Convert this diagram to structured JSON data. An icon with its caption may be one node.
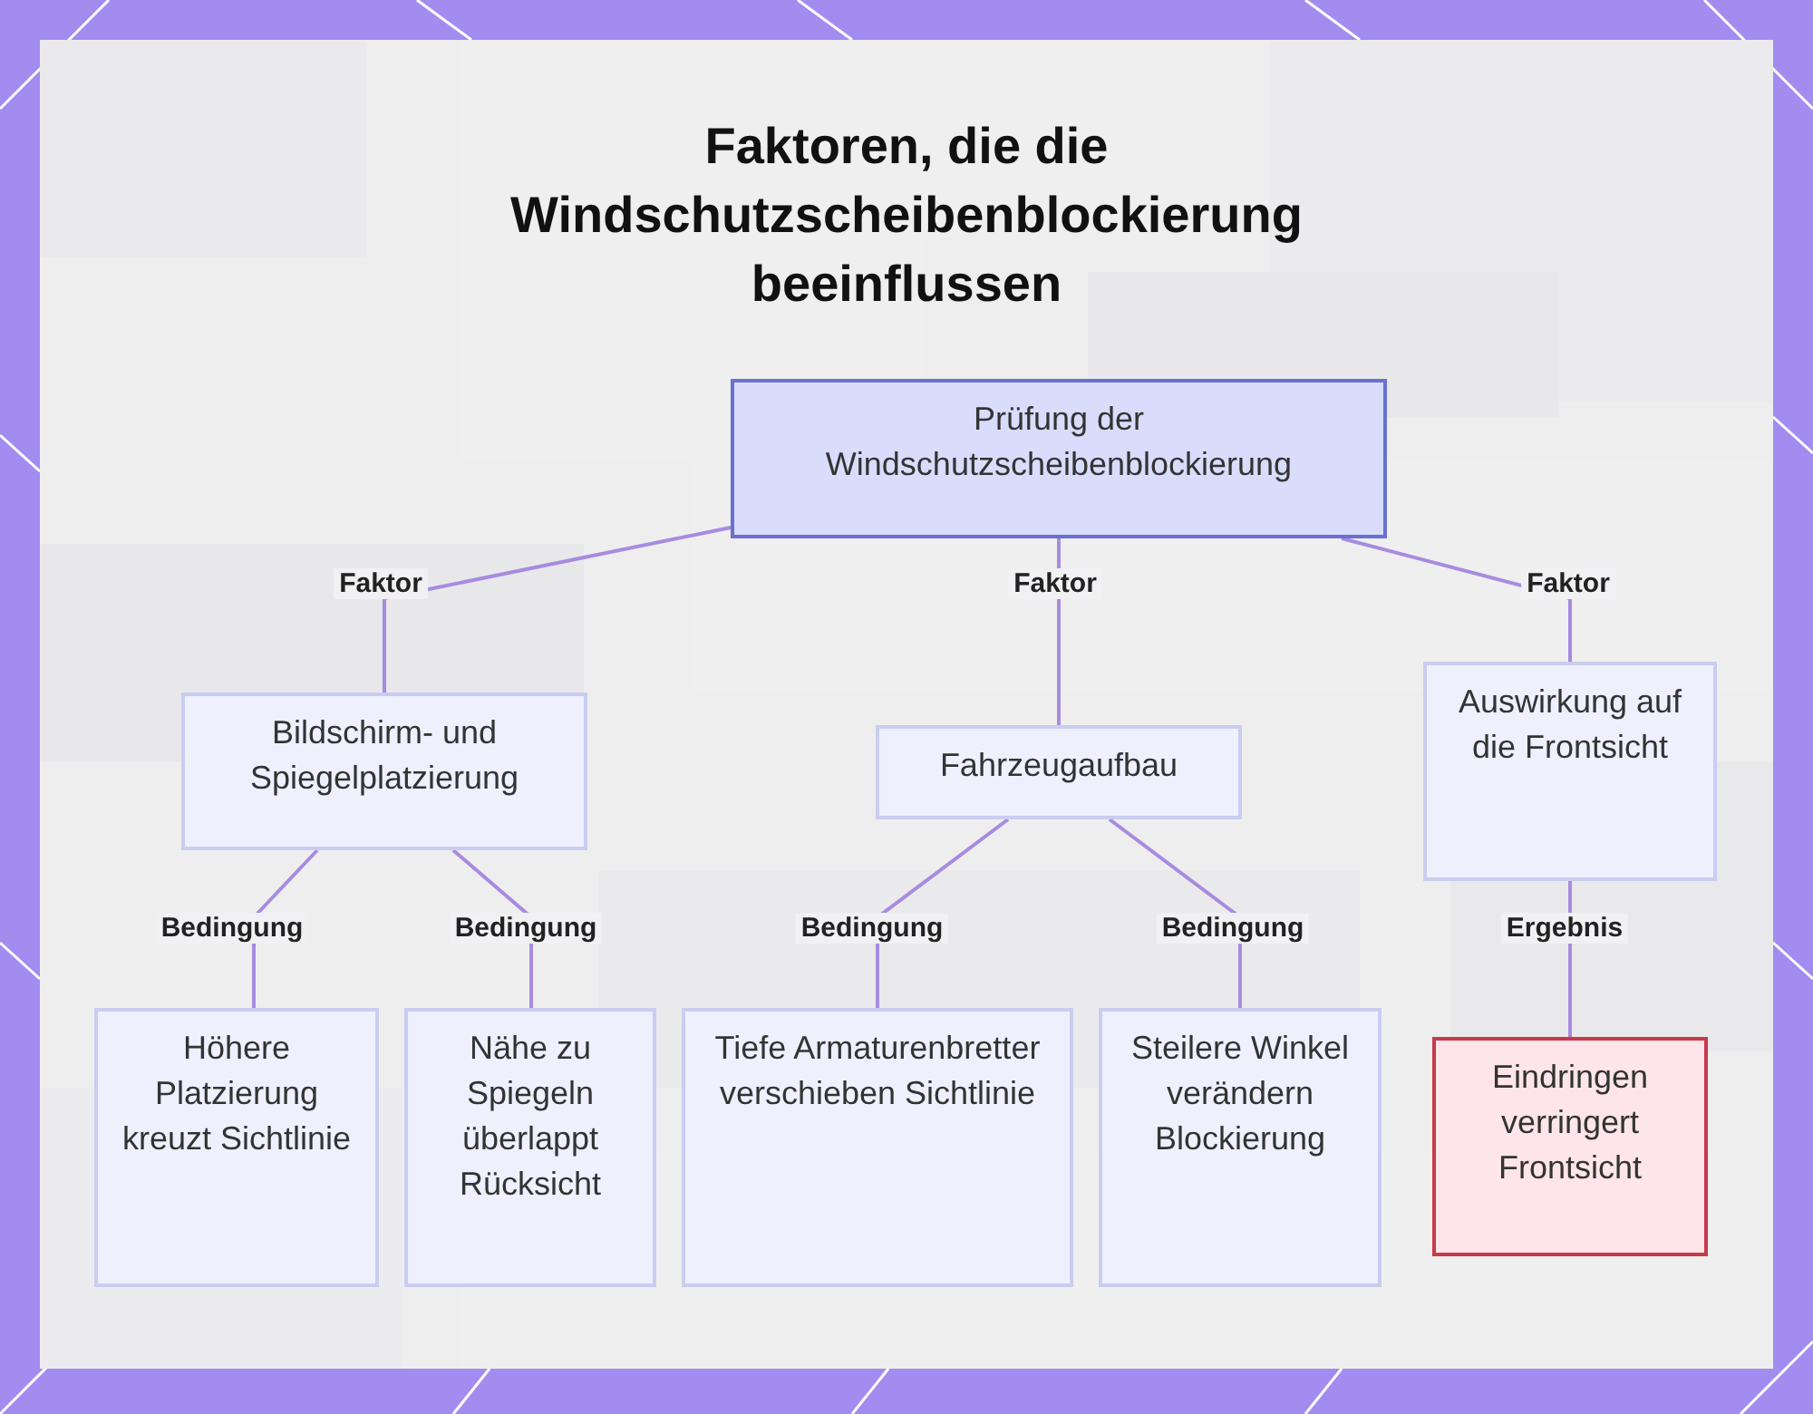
{
  "diagram": {
    "title": "Faktoren, die die Windschutzscheibenblockierung beeinflussen",
    "nodes": [
      {
        "text": [
          "Prüfung der Windschutzscheibenblockierung"
        ]
      },
      {
        "text": [
          "Bildschirm- und Spiegelplatzierung"
        ]
      },
      {
        "text": [
          "Fahrzeugaufbau"
        ]
      },
      {
        "text": [
          "Auswirkung auf die Frontsicht"
        ]
      },
      {
        "text": [
          "Höhere Platzierung kreuzt Sichtlinie"
        ]
      },
      {
        "text": [
          "Nähe zu Spiegeln überlappt Rücksicht"
        ]
      },
      {
        "text": [
          "Tiefe Armaturenbretter verschieben Sichtlinie"
        ]
      },
      {
        "text": [
          "Steilere Winkel verändern Blockierung"
        ]
      },
      {
        "text": [
          "Eindringen verringert Frontsicht"
        ]
      }
    ],
    "edges": [
      {
        "from": 0,
        "to": 1,
        "arrow": "none",
        "label": "Faktor"
      },
      {
        "from": 0,
        "to": 2,
        "arrow": "none",
        "label": "Faktor"
      },
      {
        "from": 0,
        "to": 3,
        "arrow": "none",
        "label": "Faktor"
      },
      {
        "from": 1,
        "to": 4,
        "arrow": "none",
        "label": "Bedingung"
      },
      {
        "from": 1,
        "to": 5,
        "arrow": "none",
        "label": "Bedingung"
      },
      {
        "from": 2,
        "to": 6,
        "arrow": "none",
        "label": "Bedingung"
      },
      {
        "from": 2,
        "to": 7,
        "arrow": "none",
        "label": "Bedingung"
      },
      {
        "from": 3,
        "to": 8,
        "arrow": "none",
        "label": "Ergebnis"
      }
    ]
  }
}
